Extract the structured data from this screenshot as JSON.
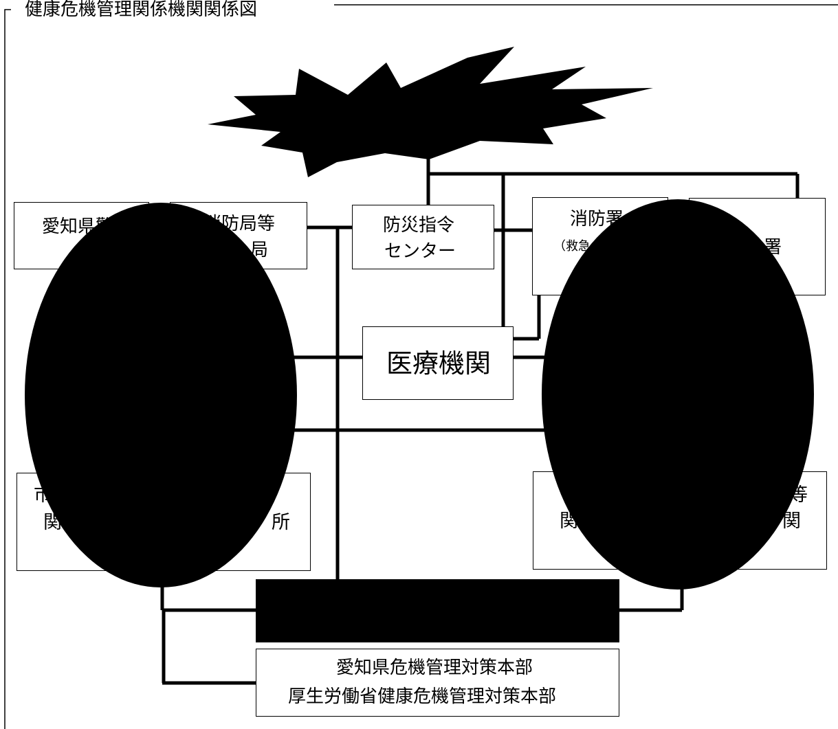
{
  "frame": {
    "title": "健康危機管理関係機関関係図"
  },
  "nodes": {
    "aichi_police": {
      "label": "愛知県警"
    },
    "fire_dept": {
      "line1": "消防局等",
      "line2": "局"
    },
    "dispatch_center": {
      "line1": "防災指令",
      "line2": "センター"
    },
    "fire_station": {
      "line1": "消防署",
      "line2": "（救急"
    },
    "police_station": {
      "label": "署"
    },
    "medical_institution": {
      "label": "医療機関"
    },
    "left_lower_box": {
      "line1": "市",
      "line2": "関",
      "line3": "所"
    },
    "right_lower_box": {
      "line1": "等",
      "line2": "関",
      "line3": "関"
    },
    "hq_box": {
      "line1": "愛知県危機管理対策本部",
      "line2": "厚生労働省健康危機管理対策本部"
    }
  },
  "colors": {
    "line": "#000000",
    "fill": "#000000",
    "background": "#ffffff"
  }
}
